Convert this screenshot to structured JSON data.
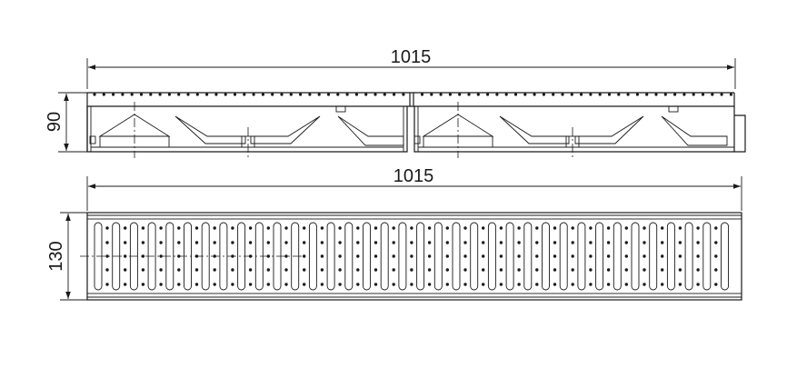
{
  "dimensions": {
    "side_view_length": "1015",
    "side_view_height": "90",
    "top_view_length": "1015",
    "top_view_width": "130"
  },
  "colors": {
    "line": "#1a1a1a",
    "background": "#ffffff"
  }
}
